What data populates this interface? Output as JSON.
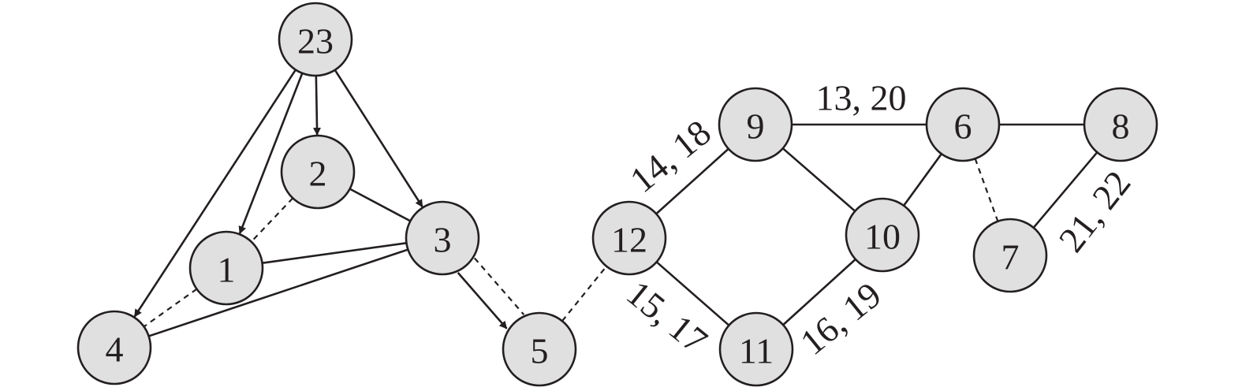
{
  "graph": {
    "nodes": [
      {
        "id": "23",
        "label": "23"
      },
      {
        "id": "2",
        "label": "2"
      },
      {
        "id": "1",
        "label": "1"
      },
      {
        "id": "3",
        "label": "3"
      },
      {
        "id": "4",
        "label": "4"
      },
      {
        "id": "5",
        "label": "5"
      },
      {
        "id": "12",
        "label": "12"
      },
      {
        "id": "9",
        "label": "9"
      },
      {
        "id": "11",
        "label": "11"
      },
      {
        "id": "10",
        "label": "10"
      },
      {
        "id": "6",
        "label": "6"
      },
      {
        "id": "8",
        "label": "8"
      },
      {
        "id": "7",
        "label": "7"
      }
    ],
    "edges": [
      {
        "from": "23",
        "to": "2",
        "style": "solid",
        "directed": true
      },
      {
        "from": "23",
        "to": "1",
        "style": "solid",
        "directed": true
      },
      {
        "from": "23",
        "to": "4",
        "style": "solid",
        "directed": true
      },
      {
        "from": "23",
        "to": "3",
        "style": "solid",
        "directed": true
      },
      {
        "from": "2",
        "to": "3",
        "style": "solid",
        "directed": false
      },
      {
        "from": "2",
        "to": "1",
        "style": "dashed",
        "directed": false
      },
      {
        "from": "1",
        "to": "3",
        "style": "solid",
        "directed": false
      },
      {
        "from": "1",
        "to": "4",
        "style": "dashed",
        "directed": false
      },
      {
        "from": "4",
        "to": "3",
        "style": "solid",
        "directed": false
      },
      {
        "from": "3",
        "to": "5",
        "style": "solid",
        "directed": true
      },
      {
        "from": "3",
        "to": "5",
        "style": "dashed",
        "directed": false
      },
      {
        "from": "5",
        "to": "12",
        "style": "dashed",
        "directed": false
      },
      {
        "from": "12",
        "to": "9",
        "style": "solid",
        "directed": false,
        "label": "14, 18"
      },
      {
        "from": "12",
        "to": "11",
        "style": "solid",
        "directed": false,
        "label": "15, 17"
      },
      {
        "from": "9",
        "to": "6",
        "style": "solid",
        "directed": false,
        "label": "13, 20"
      },
      {
        "from": "9",
        "to": "10",
        "style": "solid",
        "directed": false
      },
      {
        "from": "11",
        "to": "10",
        "style": "solid",
        "directed": false,
        "label": "16, 19"
      },
      {
        "from": "10",
        "to": "6",
        "style": "solid",
        "directed": false
      },
      {
        "from": "6",
        "to": "8",
        "style": "solid",
        "directed": false
      },
      {
        "from": "6",
        "to": "7",
        "style": "dashed",
        "directed": false
      },
      {
        "from": "7",
        "to": "8",
        "style": "solid",
        "directed": false,
        "label": "21, 22"
      }
    ]
  }
}
